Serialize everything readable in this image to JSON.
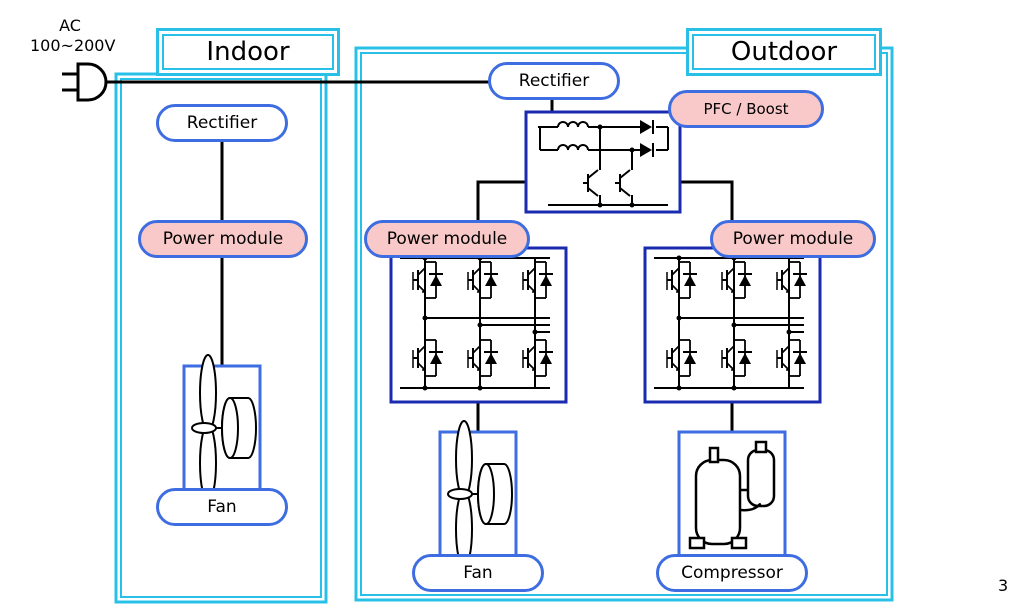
{
  "ac_supply": {
    "line1": "AC",
    "line2": "100~200V",
    "icon": "plug-icon"
  },
  "indoor": {
    "title": "Indoor",
    "rectifier_label": "Rectifier",
    "power_module_label": "Power module",
    "fan_label": "Fan",
    "fan_icon": "fan-icon"
  },
  "outdoor": {
    "title": "Outdoor",
    "rectifier_label": "Rectifier",
    "pfc_label": "PFC / Boost",
    "power_module_left_label": "Power module",
    "power_module_right_label": "Power module",
    "fan_label": "Fan",
    "compressor_label": "Compressor",
    "fan_icon": "fan-icon",
    "compressor_icon": "compressor-icon"
  },
  "page_number": "3",
  "colors": {
    "frame_cyan": "#29c0e8",
    "module_blue": "#3d6de0",
    "inverter_navy": "#1a2bb0",
    "highlight_pink": "#f8c9c8"
  }
}
